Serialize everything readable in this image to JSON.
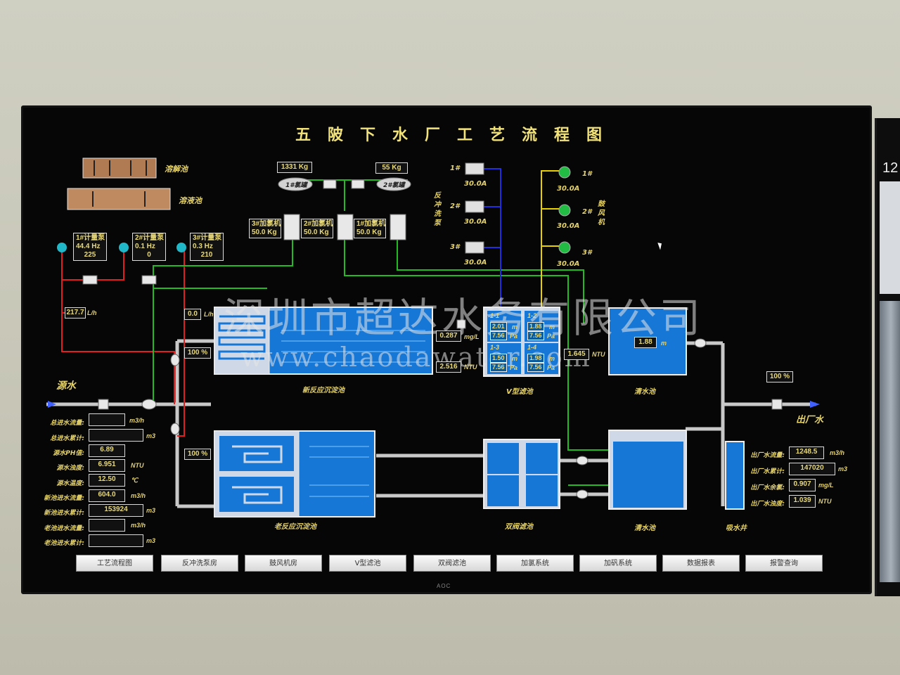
{
  "title": "五陂下水厂工艺流程图",
  "watermark": {
    "cn": "深圳市超达水务有限公司",
    "en": "www.chaodawater.com"
  },
  "brand": "AOC",
  "side_digit": "12",
  "dosing": {
    "pool_dissolve": "溶解池",
    "pool_solution": "溶液池",
    "pumps": [
      {
        "name": "1#计量泵",
        "freq": "44.4 Hz",
        "value": "225"
      },
      {
        "name": "2#计量泵",
        "freq": "0.1 Hz",
        "value": "0"
      },
      {
        "name": "3#计量泵",
        "freq": "0.3 Hz",
        "value": "210"
      }
    ],
    "flow1": "217.7",
    "flow1_unit": "L/h",
    "flow2": "0.0",
    "flow2_unit": "L/h",
    "valve_pct1": "100 %",
    "valve_pct2": "100 %"
  },
  "chlorine": {
    "tank1_weight": "1331 Kg",
    "tank1": "1#氯罐",
    "tank2_weight": "55 Kg",
    "tank2": "2#氯罐",
    "machines": [
      {
        "name": "3#加氯机",
        "value": "50.0 Kg"
      },
      {
        "name": "2#加氯机",
        "value": "50.0 Kg"
      },
      {
        "name": "1#加氯机",
        "value": "50.0 Kg"
      }
    ]
  },
  "backwash": {
    "label": "反冲洗泵",
    "pumps": [
      {
        "id": "1#",
        "current": "30.0A"
      },
      {
        "id": "2#",
        "current": "30.0A"
      },
      {
        "id": "3#",
        "current": "30.0A"
      }
    ]
  },
  "blower": {
    "label": "鼓风机",
    "units": [
      {
        "id": "1#",
        "current": "30.0A"
      },
      {
        "id": "2#",
        "current": "30.0A"
      },
      {
        "id": "3#",
        "current": "30.0A"
      }
    ]
  },
  "source": {
    "label": "源水",
    "fields": [
      {
        "label": "总进水流量:",
        "value": "",
        "unit": "m3/h"
      },
      {
        "label": "总进水累计:",
        "value": "",
        "unit": "m3"
      },
      {
        "label": "源水PH值:",
        "value": "6.89",
        "unit": ""
      },
      {
        "label": "源水浊度:",
        "value": "6.951",
        "unit": "NTU"
      },
      {
        "label": "源水温度:",
        "value": "12.50",
        "unit": "℃"
      },
      {
        "label": "新池进水流量:",
        "value": "604.0",
        "unit": "m3/h"
      },
      {
        "label": "新池进水累计:",
        "value": "153924",
        "unit": "m3"
      },
      {
        "label": "老池进水流量:",
        "value": "",
        "unit": "m3/h"
      },
      {
        "label": "老池进水累计:",
        "value": "",
        "unit": "m3"
      }
    ]
  },
  "process": {
    "new_sed": "新反应沉淀池",
    "old_sed": "老反应沉淀池",
    "turb_a": "0.287",
    "turb_a_unit": "mg/L",
    "turb_b": "2.516",
    "turb_b_unit": "NTU",
    "vfilter": "V型滤池",
    "vcells": [
      {
        "id": "1-1",
        "level": "2.01",
        "press": "7.56",
        "lu": "m",
        "pu": "Pa"
      },
      {
        "id": "1-2",
        "level": "1.88",
        "press": "7.56",
        "lu": "m",
        "pu": "Pa"
      },
      {
        "id": "1-3",
        "level": "1.50",
        "press": "7.56",
        "lu": "m",
        "pu": "Pa"
      },
      {
        "id": "1-4",
        "level": "1.98",
        "press": "7.56",
        "lu": "m",
        "pu": "Pa"
      }
    ],
    "filt_turb": "1.645",
    "filt_turb_unit": "NTU",
    "clear1": "清水池",
    "clear1_level": "1.88",
    "clear1_unit": "m",
    "double_filter": "双阀滤池",
    "clear2": "清水池",
    "suction": "吸水井"
  },
  "outlet": {
    "label": "出厂水",
    "valve_pct": "100 %",
    "fields": [
      {
        "label": "出厂水流量:",
        "value": "1248.5",
        "unit": "m3/h"
      },
      {
        "label": "出厂水累计:",
        "value": "147020",
        "unit": "m3"
      },
      {
        "label": "出厂水余氯:",
        "value": "0.907",
        "unit": "mg/L"
      },
      {
        "label": "出厂水浊度:",
        "value": "1.039",
        "unit": "NTU"
      }
    ]
  },
  "nav": [
    "工艺流程图",
    "反冲洗泵房",
    "鼓风机房",
    "V型滤池",
    "双阀滤池",
    "加氯系统",
    "加矾系统",
    "数据报表",
    "报警查询"
  ],
  "colors": {
    "water": "#1677d6",
    "pipe": "#c8c8c8",
    "red_line": "#e02020",
    "green_line": "#22bb22",
    "yellow_line": "#e8d000",
    "blue_line": "#2030e0",
    "text": "#e6d36a"
  }
}
